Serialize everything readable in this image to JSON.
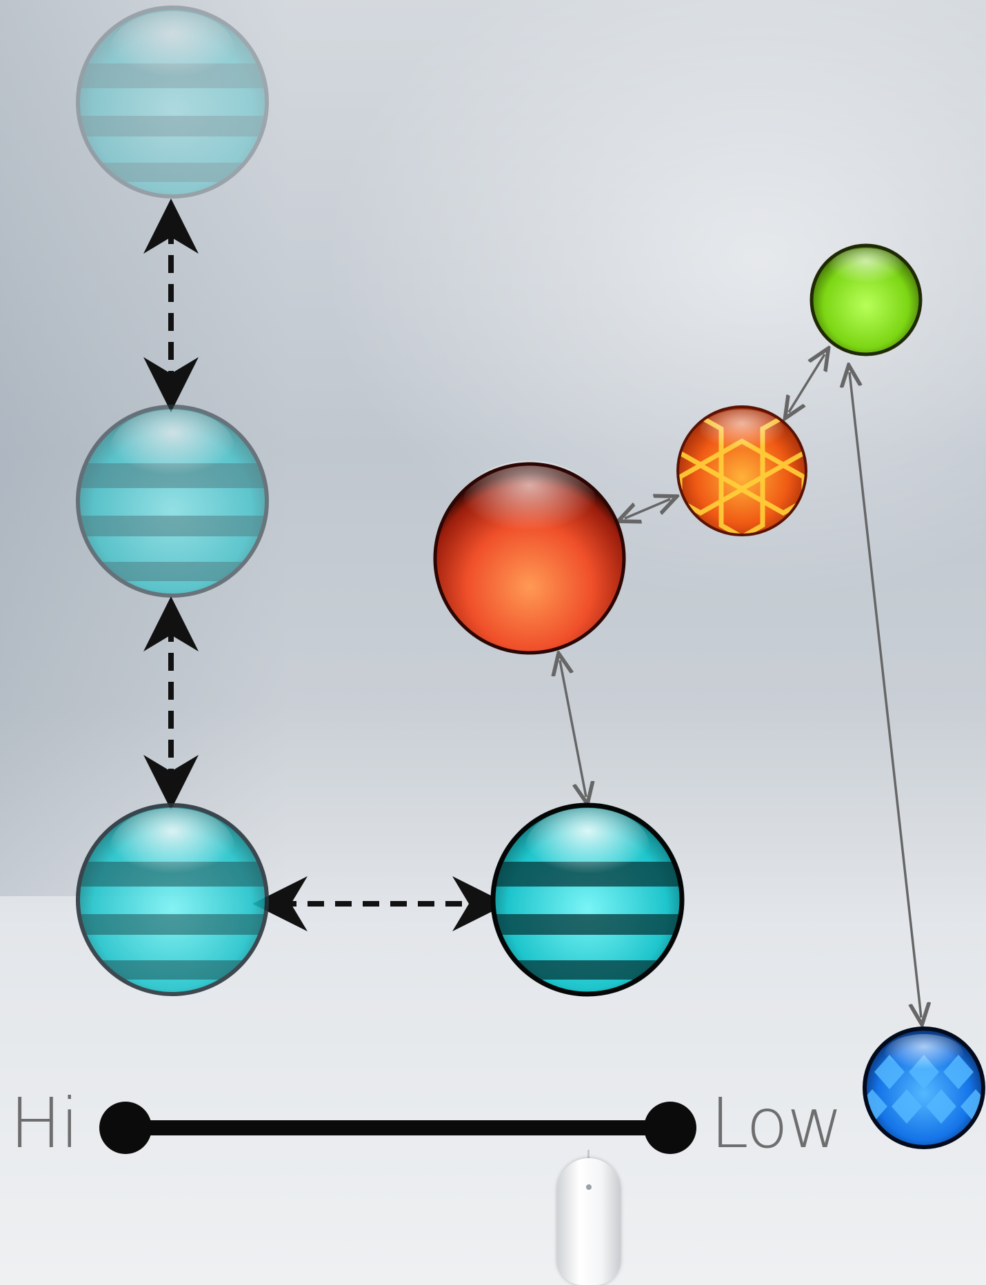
{
  "slider": {
    "hi_label": "Hi",
    "low_label": "Low"
  },
  "spheres": [
    {
      "name": "striped-cyan-sphere-faded-top",
      "style": "striped",
      "color": "#5fc8cc",
      "opacity": 0.35
    },
    {
      "name": "striped-cyan-sphere-faded-middle",
      "style": "striped",
      "color": "#4ccbd0",
      "opacity": 0.65
    },
    {
      "name": "striped-cyan-sphere-bottom-left",
      "style": "striped",
      "color": "#2ad6dc",
      "opacity": 0.9
    },
    {
      "name": "striped-cyan-sphere-bottom-center",
      "style": "striped",
      "color": "#15e0e6",
      "opacity": 1
    },
    {
      "name": "red-glass-sphere",
      "style": "glossy",
      "color": "#f0502a",
      "opacity": 1
    },
    {
      "name": "orange-hexagon-sphere",
      "style": "hex",
      "color": "#f06a1a",
      "opacity": 1
    },
    {
      "name": "green-glass-sphere",
      "style": "glossy",
      "color": "#8ee01a",
      "opacity": 1
    },
    {
      "name": "blue-diamond-sphere",
      "style": "diamond",
      "color": "#1f8cff",
      "opacity": 1
    }
  ],
  "icons": {
    "mouse": "mouse-icon"
  }
}
